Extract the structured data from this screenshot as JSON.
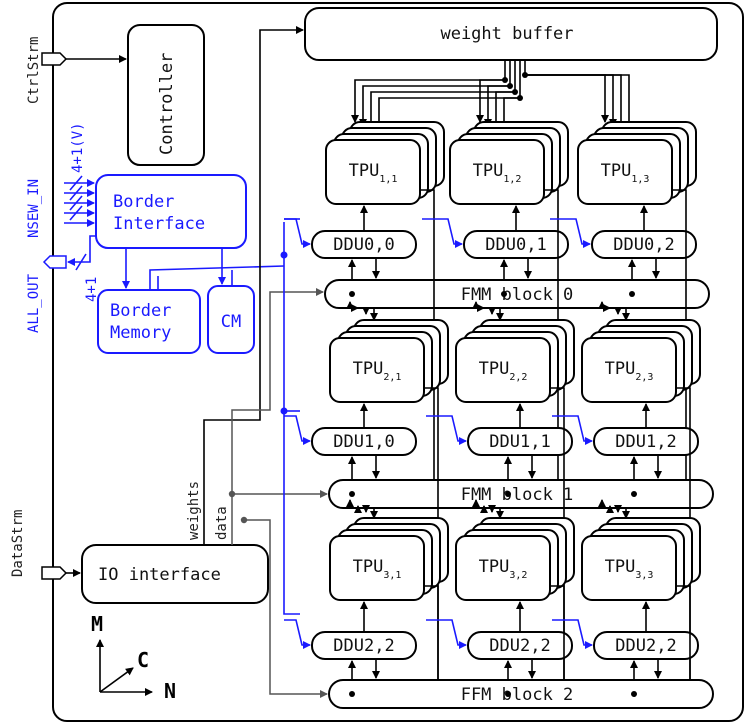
{
  "ports": {
    "ctrl": "CtrlStrm",
    "nsew_in": "NSEW_IN",
    "all_out": "ALL_OUT",
    "data": "DataStrm"
  },
  "blocks": {
    "controller": "Controller",
    "weight_buffer": "weight buffer",
    "border_interface": "Border\nInterface",
    "border_memory": "Border\nMemory",
    "cm": "CM",
    "io_interface": "IO interface"
  },
  "bus_labels": {
    "v": "4+1(V)",
    "n": "4+1",
    "weights": "weights",
    "data": "data"
  },
  "tpu": {
    "prefix": "TPU",
    "subscripts": [
      [
        "1,1",
        "1,2",
        "1,3"
      ],
      [
        "2,1",
        "2,2",
        "2,3"
      ],
      [
        "3,1",
        "3,2",
        "3,3"
      ]
    ]
  },
  "ddu": [
    [
      "DDU0,0",
      "DDU0,1",
      "DDU0,2"
    ],
    [
      "DDU1,0",
      "DDU1,1",
      "DDU1,2"
    ],
    [
      "DDU2,2",
      "DDU2,2",
      "DDU2,2"
    ]
  ],
  "fmm": [
    "FMM block 0",
    "FMM block 1",
    "FFM block 2"
  ],
  "axes": {
    "m": "M",
    "c": "C",
    "n": "N"
  },
  "colors": {
    "accent": "#1a1aff",
    "line": "#000000",
    "grey": "#555555"
  }
}
